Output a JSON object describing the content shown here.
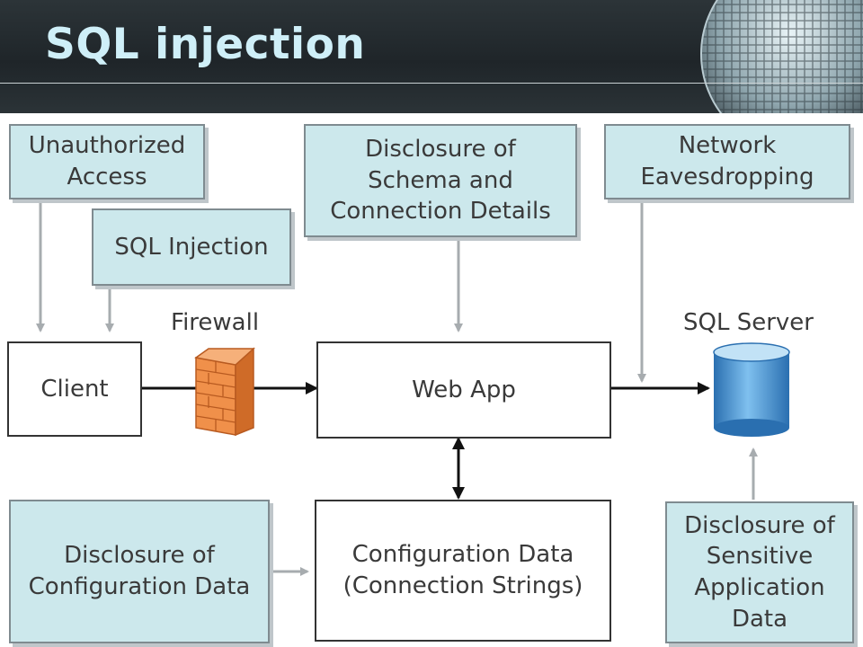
{
  "title": "SQL injection",
  "threats": {
    "unauthorized_access": "Unauthorized\nAccess",
    "sql_injection": "SQL Injection",
    "disclosure_schema": "Disclosure of\nSchema and\nConnection Details",
    "network_eavesdropping": "Network\nEavesdropping",
    "disclosure_config": "Disclosure of\nConfiguration Data",
    "disclosure_sensitive": "Disclosure of\nSensitive\nApplication\nData"
  },
  "components": {
    "client": "Client",
    "web_app": "Web App",
    "config_data": "Configuration Data\n(Connection Strings)"
  },
  "labels": {
    "firewall": "Firewall",
    "sql_server": "SQL Server"
  },
  "colors": {
    "threat_fill": "#cce8ec",
    "firewall": "#e8843a",
    "database": "#5aa0d8",
    "title_text": "#cfeff8"
  },
  "icons": {
    "firewall": "firewall-icon",
    "database": "database-icon",
    "globe": "globe-icon"
  }
}
